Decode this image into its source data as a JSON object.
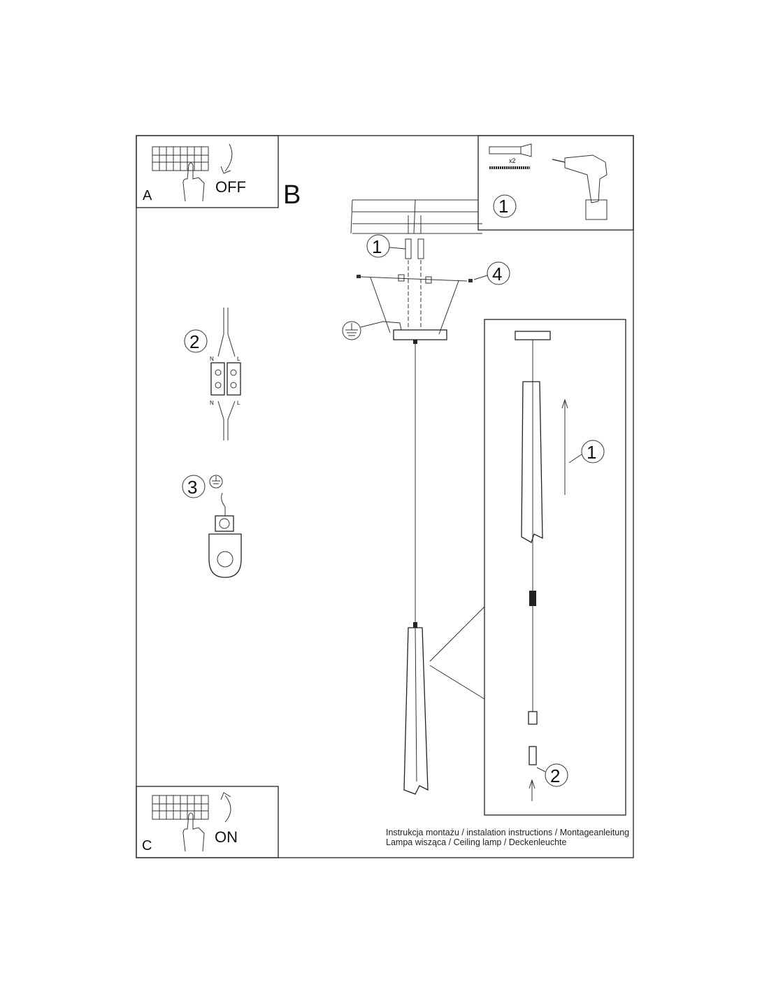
{
  "panels": {
    "a": {
      "letter": "A",
      "action": "OFF"
    },
    "b": {
      "letter": "B"
    },
    "c": {
      "letter": "C",
      "action": "ON"
    }
  },
  "tools": {
    "step": "1",
    "quantity": "x2"
  },
  "steps": {
    "mount_screws": "1",
    "side_screws": "4",
    "wire_connect": "2",
    "ground": "3",
    "detail_slide": "1",
    "detail_bulb": "2"
  },
  "terminal": {
    "neutral": "N",
    "live": "L"
  },
  "caption": {
    "line1": "Instrukcja montażu / instalation instructions / Montageanleitung",
    "line2": "Lampa wisząca / Ceiling lamp / Deckenleuchte"
  }
}
